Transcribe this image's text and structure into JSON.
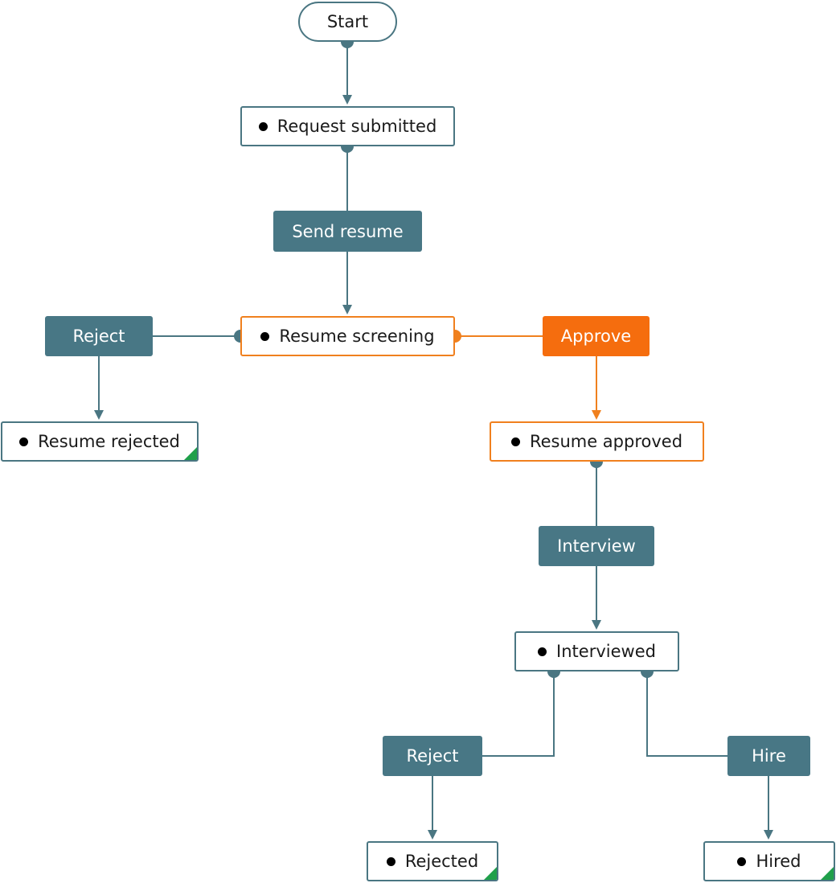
{
  "colors": {
    "teal": "#487785",
    "line": "#4a7682",
    "accent": "#f56d0e",
    "accent_line": "#f0801e",
    "final_marker": "#1fa04a"
  },
  "nodes": {
    "start": "Start",
    "request_submitted": "Request submitted",
    "send_resume": "Send resume",
    "resume_screening": "Resume screening",
    "reject_1": "Reject",
    "approve": "Approve",
    "resume_rejected": "Resume rejected",
    "resume_approved": "Resume approved",
    "interview": "Interview",
    "interviewed": "Interviewed",
    "reject_2": "Reject",
    "hire": "Hire",
    "rejected": "Rejected",
    "hired": "Hired"
  }
}
